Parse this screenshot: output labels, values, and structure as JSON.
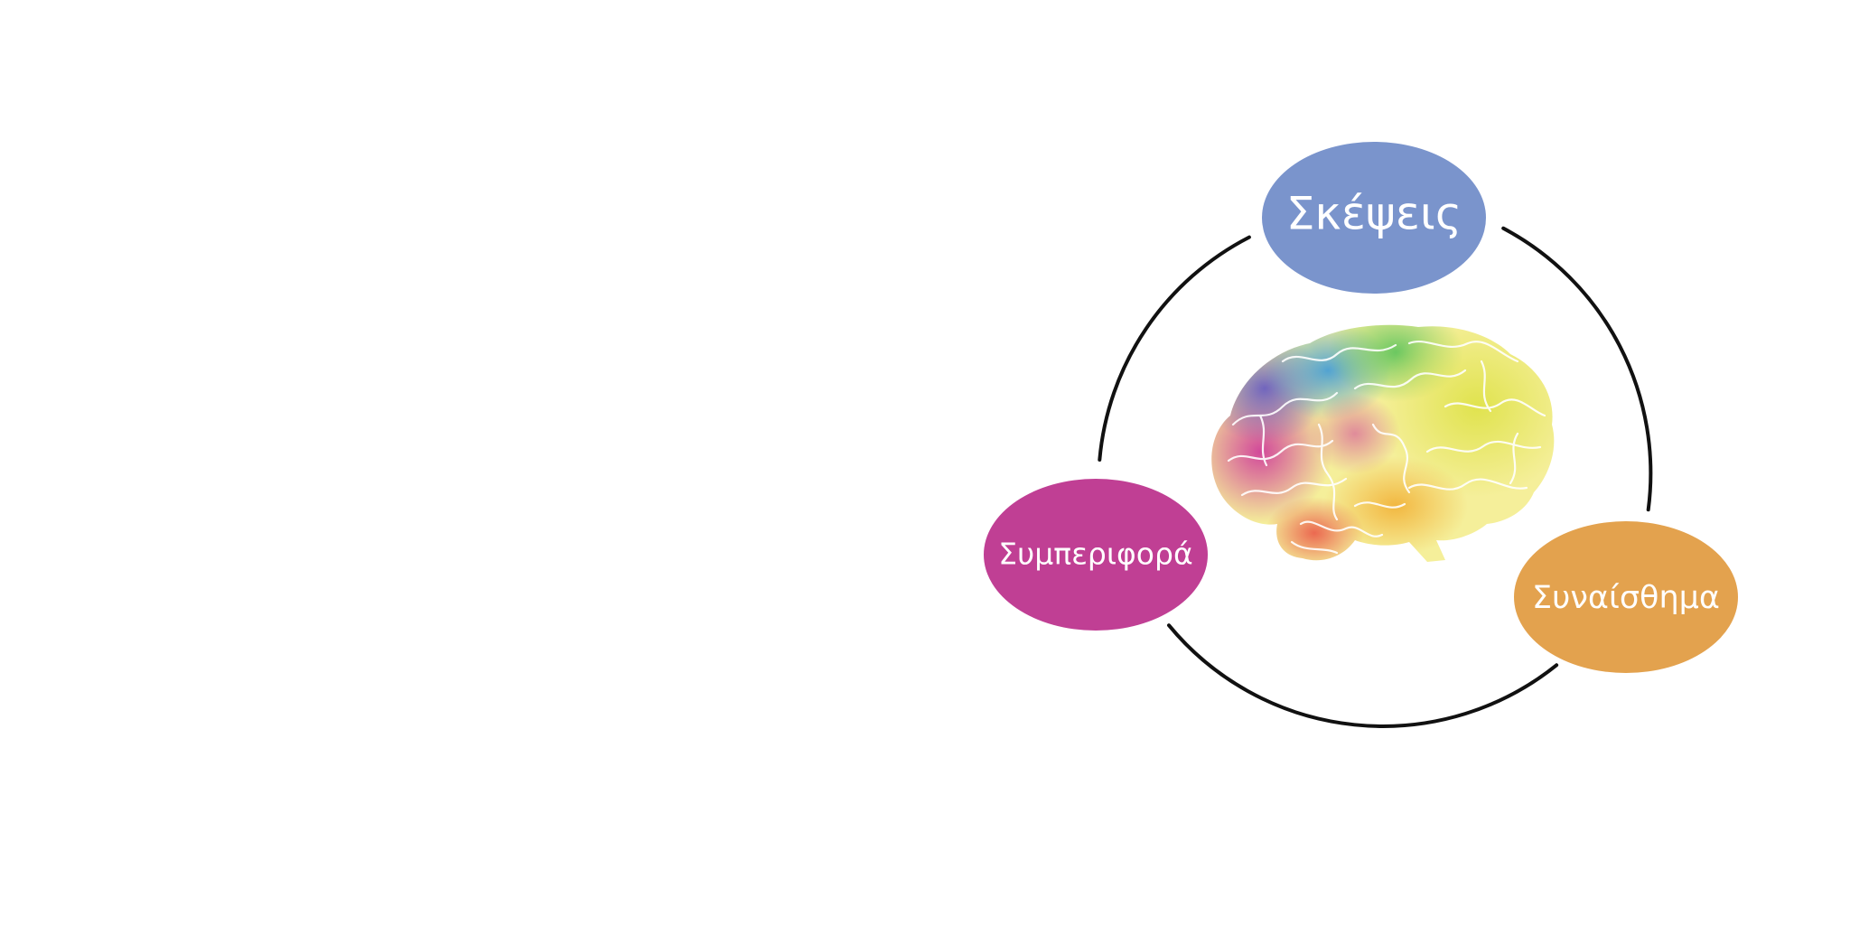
{
  "diagram": {
    "nodes": {
      "thoughts": {
        "label": "Σκέψεις",
        "color": "#7a94cc"
      },
      "behavior": {
        "label": "Συμπεριφορά",
        "color": "#c03f94"
      },
      "emotion": {
        "label": "Συναίσθημα",
        "color": "#e3a24e"
      }
    },
    "cycle_color": "#111111",
    "center_icon": "brain-icon",
    "brain_colors": [
      "#c03f94",
      "#6a5fc0",
      "#3f8fd0",
      "#4fbf6a",
      "#d8e04a",
      "#f0c040",
      "#e86a4a"
    ]
  }
}
